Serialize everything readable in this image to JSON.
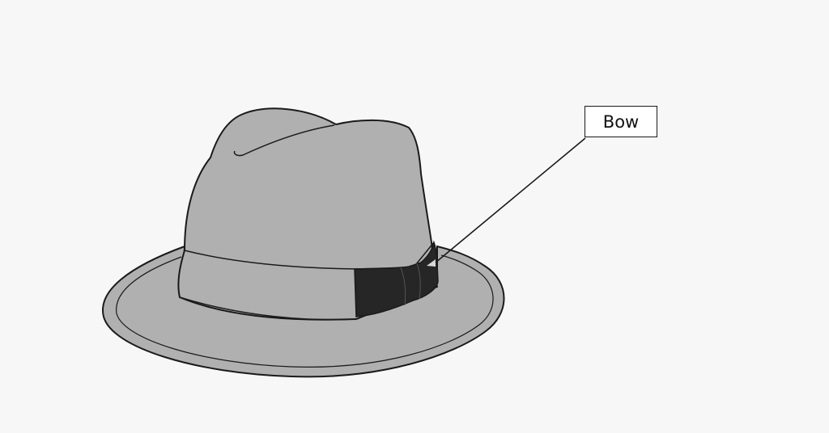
{
  "diagram": {
    "subject": "Fedora hat",
    "labels": [
      {
        "id": "bow",
        "text": "Bow"
      }
    ],
    "colors": {
      "background": "#f7f7f7",
      "hat_felt": "#b0b0b0",
      "outline": "#1a1a1a",
      "bow_band": "#262626",
      "label_box": "#ffffff"
    }
  }
}
